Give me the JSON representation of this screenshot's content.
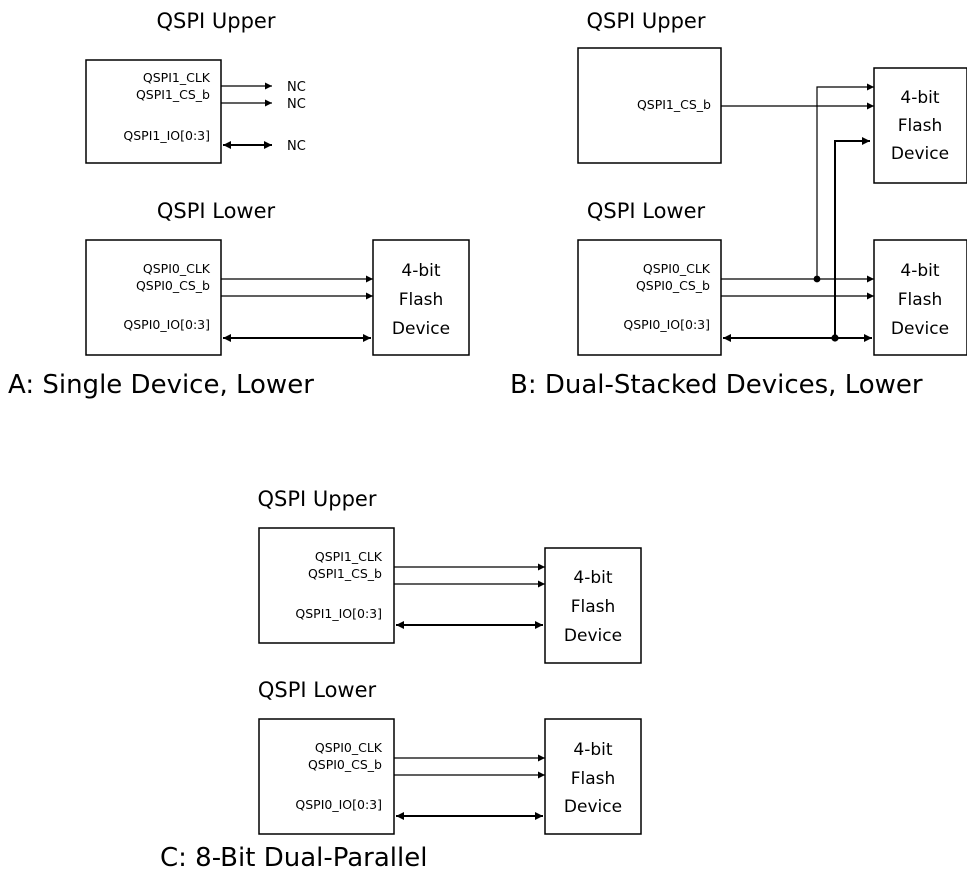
{
  "captions": {
    "a": "A: Single Device, Lower",
    "b": "B: Dual-Stacked Devices, Lower",
    "c": "C: 8-Bit Dual-Parallel"
  },
  "titles": {
    "upper": "QSPI Upper",
    "lower": "QSPI Lower"
  },
  "pins": {
    "qspi1_clk": "QSPI1_CLK",
    "qspi1_cs": "QSPI1_CS_b",
    "qspi1_io": "QSPI1_IO[0:3]",
    "qspi0_clk": "QSPI0_CLK",
    "qspi0_cs": "QSPI0_CS_b",
    "qspi0_io": "QSPI0_IO[0:3]"
  },
  "flash": {
    "line1": "4-bit",
    "line2": "Flash",
    "line3": "Device"
  },
  "nc_label": "NC"
}
